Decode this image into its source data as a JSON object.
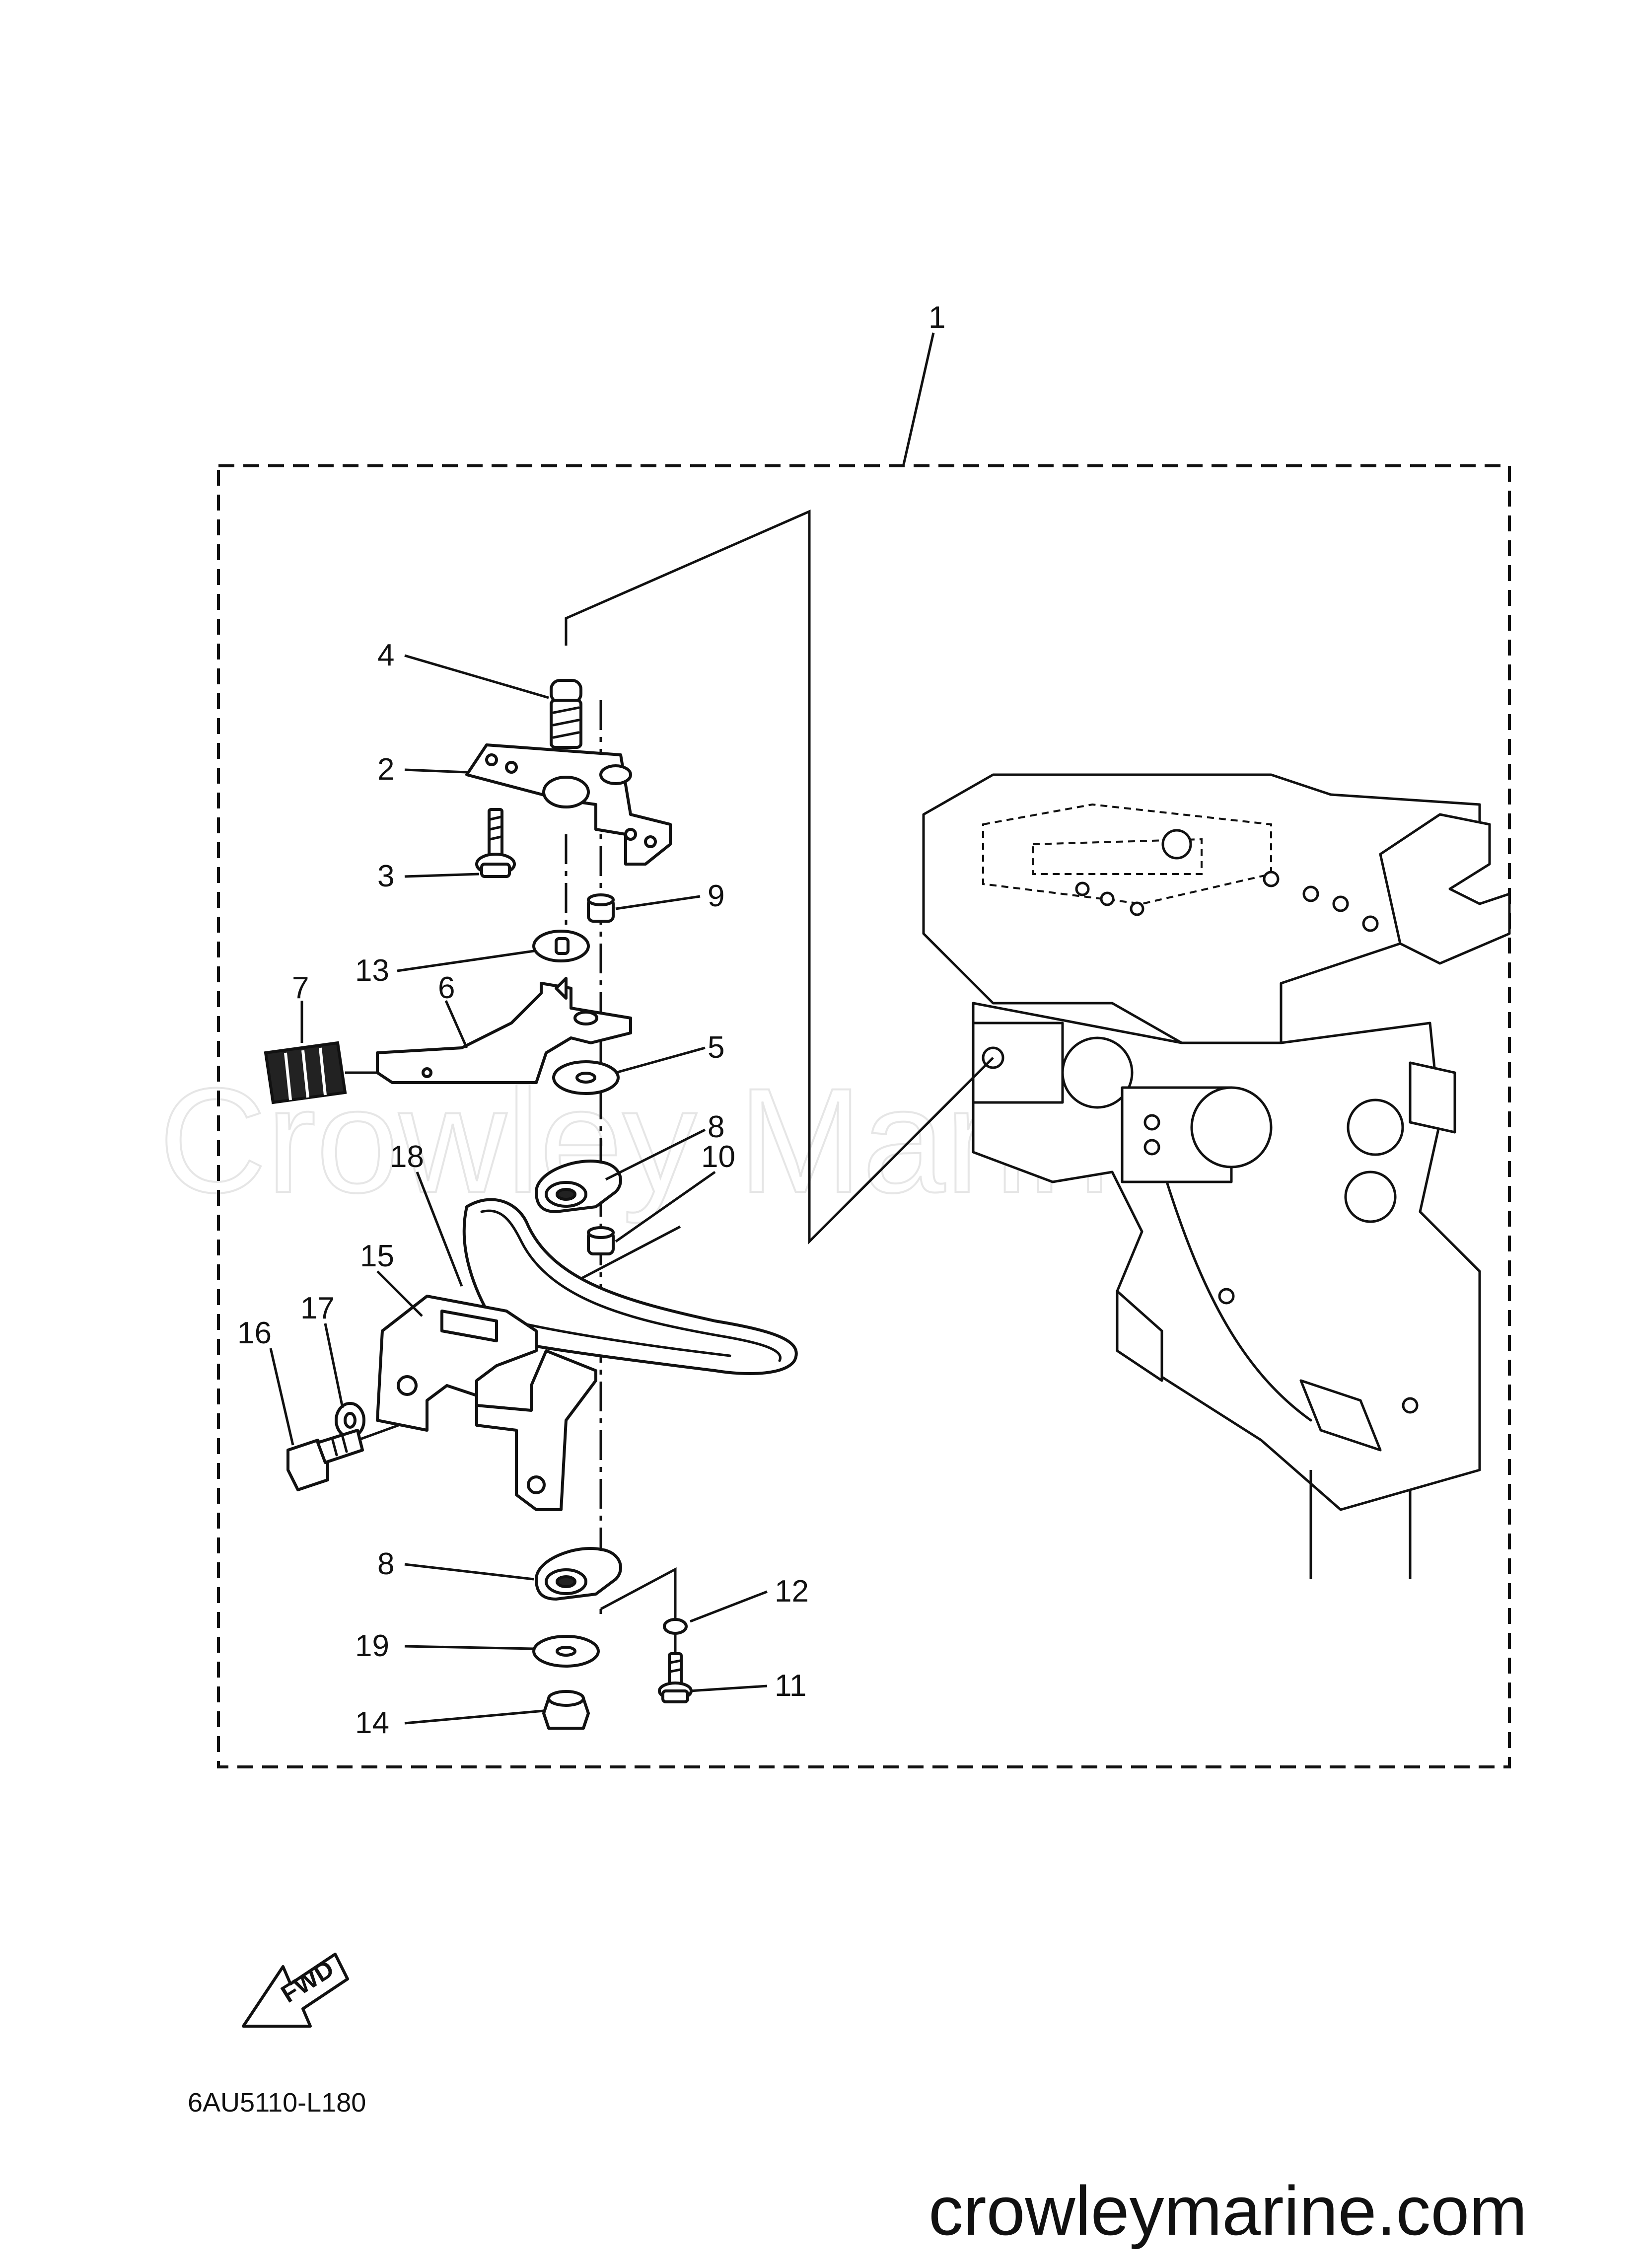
{
  "watermark": "Crowley Marine",
  "footer_url": "crowleymarine.com",
  "diagram_code": "6AU5110-L180",
  "fwd_label": "FWD",
  "callouts": {
    "c1": "1",
    "c2": "2",
    "c3": "3",
    "c4": "4",
    "c5": "5",
    "c6": "6",
    "c7": "7",
    "c8a": "8",
    "c8b": "8",
    "c9": "9",
    "c10": "10",
    "c11": "11",
    "c12": "12",
    "c13": "13",
    "c14": "14",
    "c15": "15",
    "c16": "16",
    "c17": "17",
    "c18": "18",
    "c19": "19"
  }
}
